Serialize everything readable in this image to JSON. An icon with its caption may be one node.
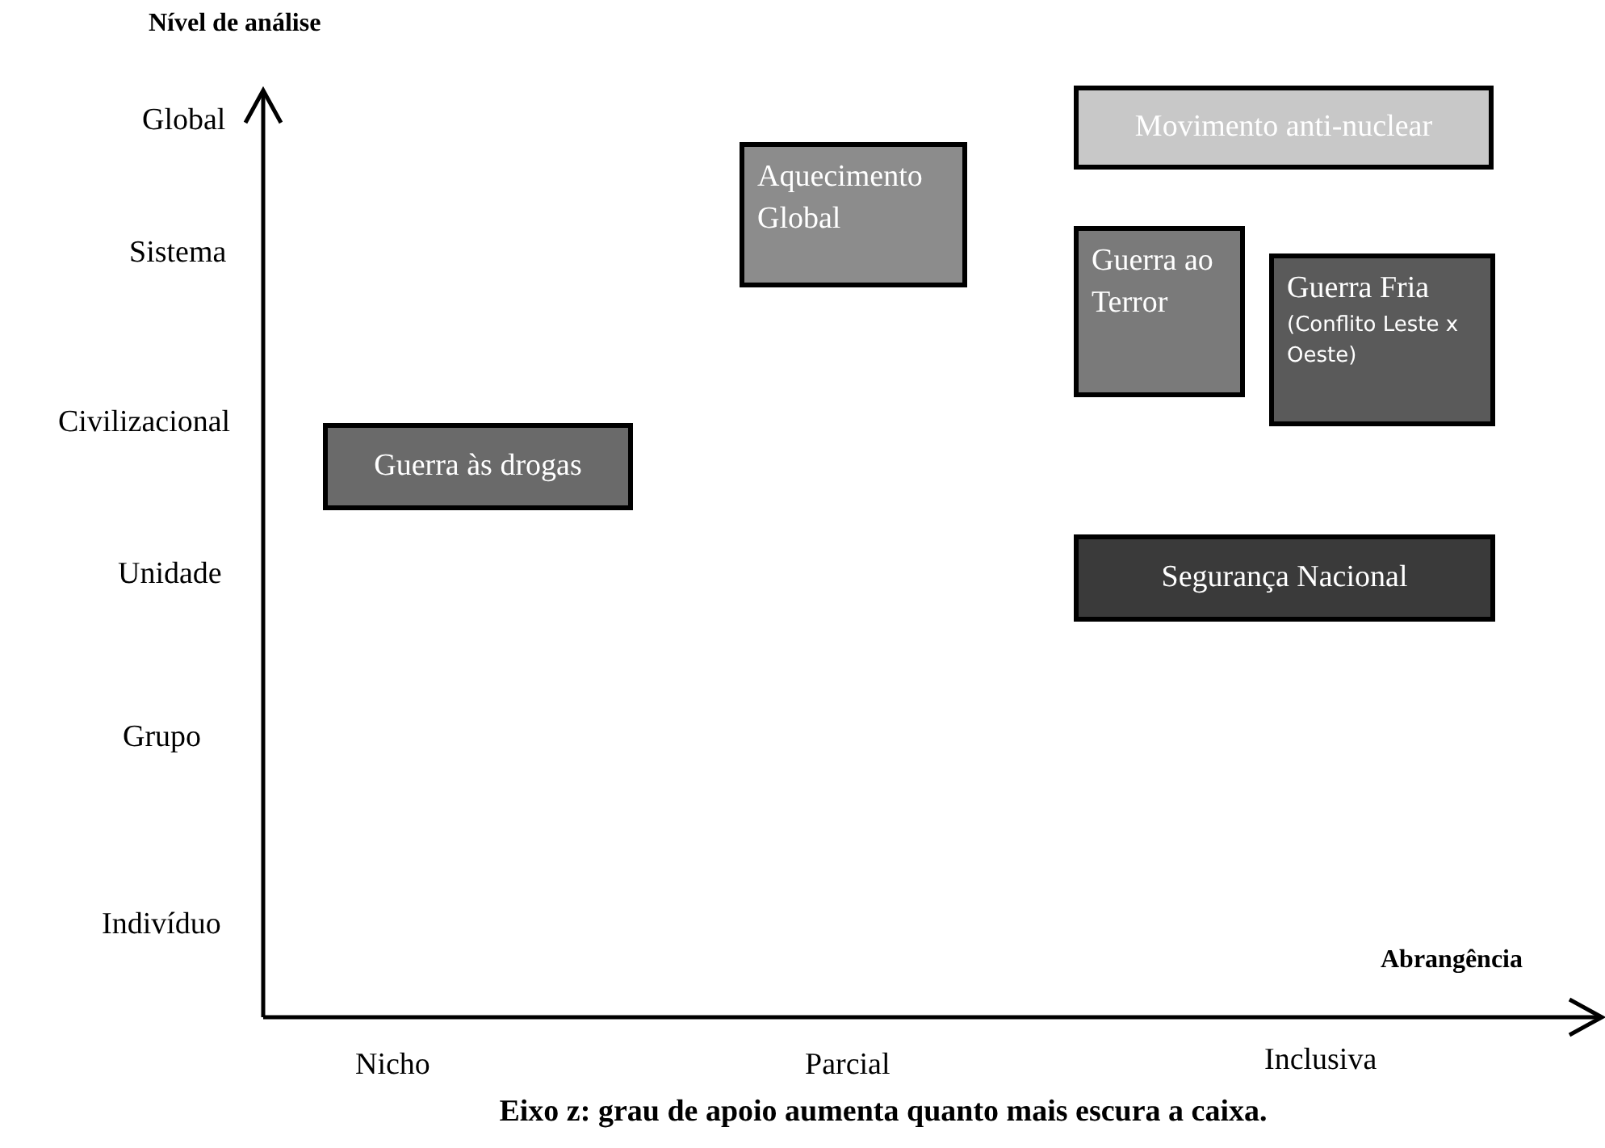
{
  "diagram": {
    "caption": "Eixo z: grau de apoio aumenta quanto mais escura a caixa.",
    "nodes": [
      {
        "text": [
          "Movimento anti-nuclear"
        ]
      },
      {
        "text": [
          "Aquecimento Global"
        ]
      },
      {
        "text": [
          "Guerra ao Terror"
        ]
      },
      {
        "text": [
          "Guerra Fria",
          "(Conflito Leste x Oeste)"
        ]
      },
      {
        "text": [
          "Guerra às drogas"
        ]
      },
      {
        "text": [
          "Segurança Nacional"
        ]
      }
    ],
    "labels": [
      "Nível de análise",
      "Global",
      "Sistema",
      "Civilizacional",
      "Unidade",
      "Grupo",
      "Indivíduo",
      "Abrangência",
      "Nicho",
      "Parcial",
      "Inclusiva"
    ]
  }
}
